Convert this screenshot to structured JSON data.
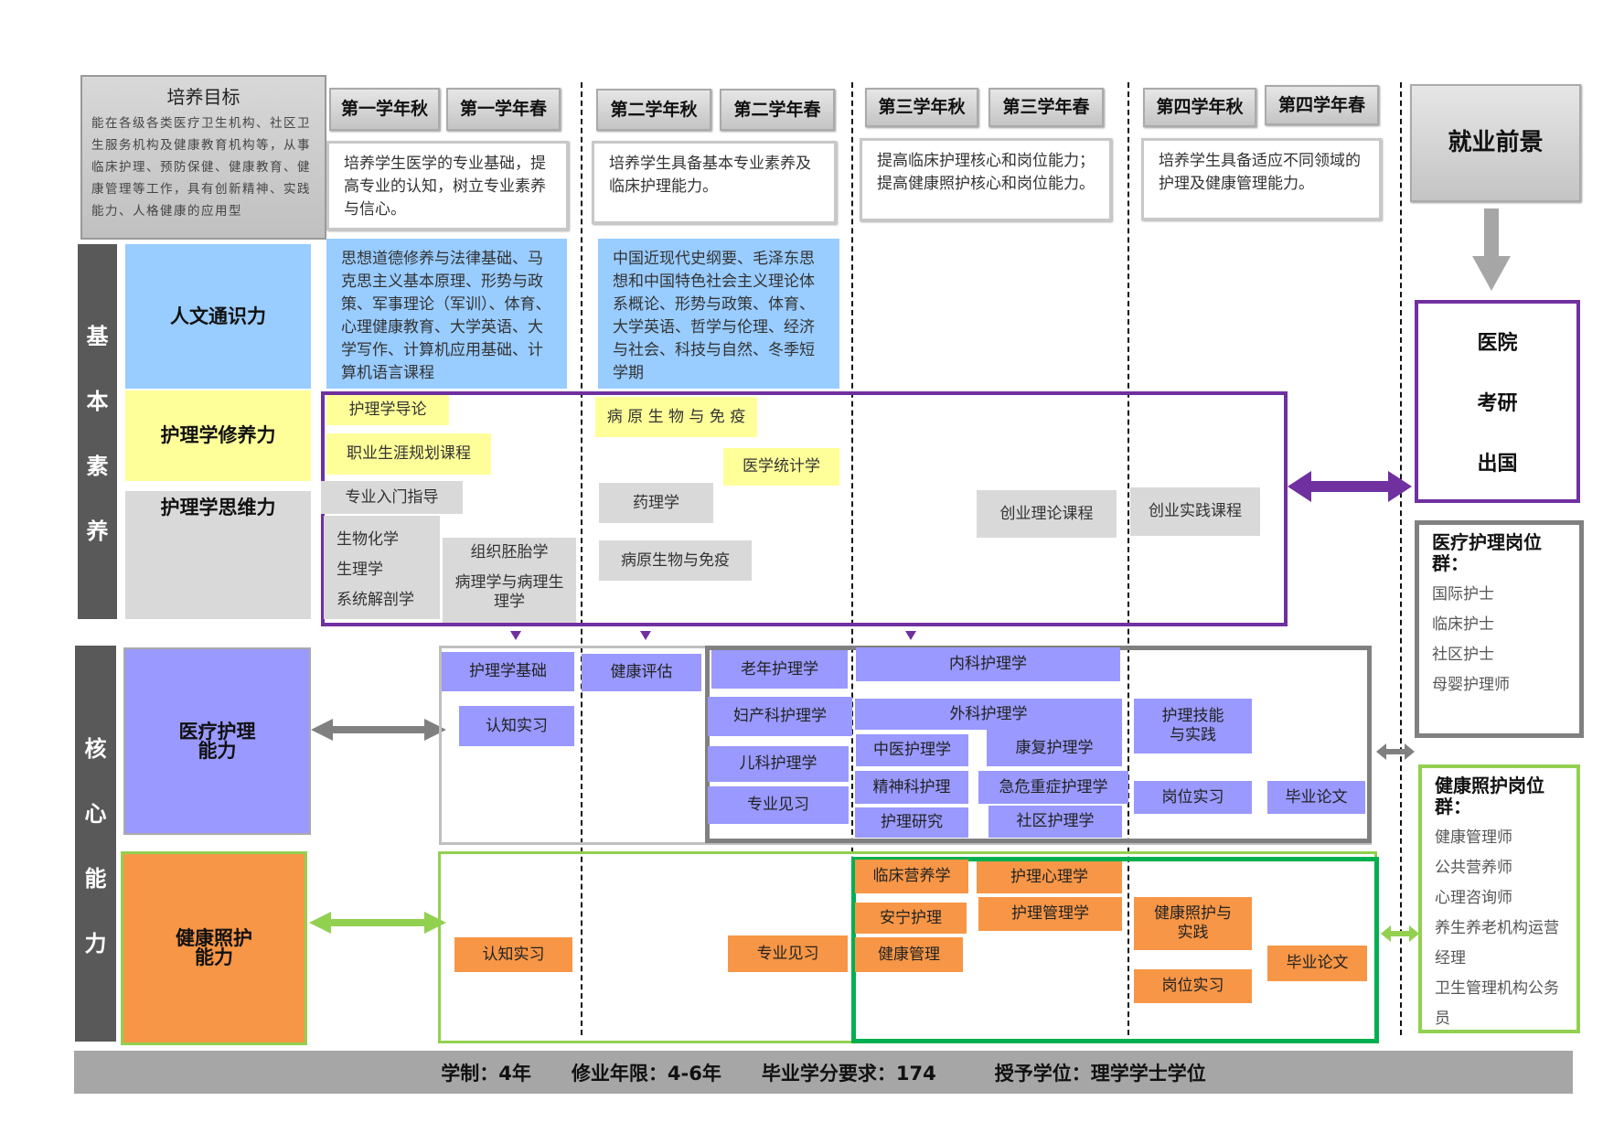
{
  "goal": {
    "title": "培养目标",
    "text": "能在各级各类医疗卫生机构、社区卫生服务机构及健康教育机构等，从事临床护理、预防保健、健康教育、健康管理等工作，具有创新精神、实践能力、人格健康的应用型"
  },
  "terms": [
    "第一学年秋",
    "第一学年春",
    "第二学年秋",
    "第二学年春",
    "第三学年秋",
    "第三学年春",
    "第四学年秋",
    "第四学年春"
  ],
  "year_goals": [
    "培养学生医学的专业基础，提高专业的认知，树立专业素养与信心。",
    "培养学生具备基本专业素养及临床护理能力。",
    "提高临床护理核心和岗位能力；提高健康照护核心和岗位能力。",
    "培养学生具备适应不同领域的护理及健康管理能力。"
  ],
  "employment": {
    "title": "就业前景",
    "paths": [
      "医院",
      "考研",
      "出国"
    ],
    "medical": {
      "title": "医疗护理岗位群：",
      "items": [
        "国际护士",
        "临床护士",
        "社区护士",
        "母婴护理师"
      ]
    },
    "health": {
      "title": "健康照护岗位群：",
      "items": [
        "健康管理师",
        "公共营养师",
        "心理咨询师",
        "养生养老机构运营经理",
        "卫生管理机构公务员"
      ]
    }
  },
  "basic": {
    "label": [
      "基",
      "本",
      "素",
      "养"
    ],
    "categories": [
      "人文通识力",
      "护理学修养力",
      "护理学思维力"
    ],
    "humanities": [
      "思想道德修养与法律基础、马克思主义基本原理、形势与政策、军事理论（军训）、体育、心理健康教育、大学英语、大学写作、计算机应用基础、计算机语言课程",
      "中国近现代史纲要、毛泽东思想和中国特色社会主义理论体系概论、形势与政策、体育、大学英语、哲学与伦理、经济与社会、科技与自然、冬季短学期"
    ],
    "cultivation": [
      "护理学导论",
      "职业生涯规划课程",
      "病 原 生 物 与 免 疫",
      "医学统计学"
    ],
    "thinking": [
      "专业入门指导",
      "生物化学",
      "生理学",
      "系统解剖学",
      "组织胚胎学",
      "病理学与病理生理学",
      "药理学",
      "病原生物与免疫",
      "创业理论课程",
      "创业实践课程"
    ]
  },
  "core": {
    "label": [
      "核",
      "心",
      "能",
      "力"
    ],
    "categories": [
      "医疗护理能力",
      "健康照护能力"
    ],
    "medical": [
      "护理学基础",
      "认知实习",
      "健康评估",
      "老年护理学",
      "妇产科护理学",
      "儿科护理学",
      "专业见习",
      "内科护理学",
      "外科护理学",
      "中医护理学",
      "康复护理学",
      "精神科护理",
      "急危重症护理学",
      "护理研究",
      "社区护理学",
      "护理技能与实践",
      "岗位实习",
      "毕业论文"
    ],
    "health": [
      "认知实习",
      "专业见习",
      "临床营养学",
      "护理心理学",
      "安宁护理",
      "护理管理学",
      "健康管理",
      "健康照护与实践",
      "岗位实习",
      "毕业论文"
    ]
  },
  "footer": [
    "学制：4年",
    "修业年限：4-6年",
    "毕业学分要求：174",
    "授予学位：理学学士学位"
  ]
}
